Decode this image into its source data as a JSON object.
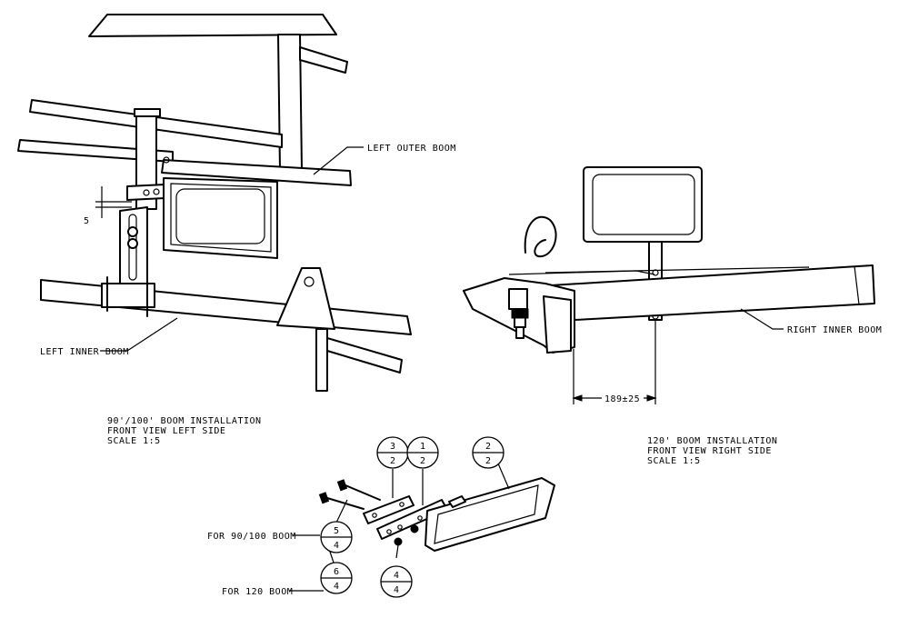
{
  "callouts": {
    "left_outer_boom": "LEFT OUTER BOOM",
    "left_inner_boom": "LEFT INNER BOOM",
    "right_inner_boom": "RIGHT INNER BOOM",
    "for_90_100_boom": "FOR 90/100 BOOM",
    "for_120_boom": "FOR 120 BOOM"
  },
  "dimensions": {
    "left_gap": "5",
    "right_offset": "189±25"
  },
  "view_left": {
    "line1": "90'/100' BOOM INSTALLATION",
    "line2": "FRONT VIEW LEFT SIDE",
    "line3": "SCALE  1:5"
  },
  "view_right": {
    "line1": "120' BOOM INSTALLATION",
    "line2": "FRONT VIEW RIGHT SIDE",
    "line3": "SCALE  1:5"
  },
  "balloons": [
    {
      "item": "3",
      "qty": "2"
    },
    {
      "item": "1",
      "qty": "2"
    },
    {
      "item": "2",
      "qty": "2"
    },
    {
      "item": "5",
      "qty": "4"
    },
    {
      "item": "6",
      "qty": "4"
    },
    {
      "item": "4",
      "qty": "4"
    }
  ]
}
